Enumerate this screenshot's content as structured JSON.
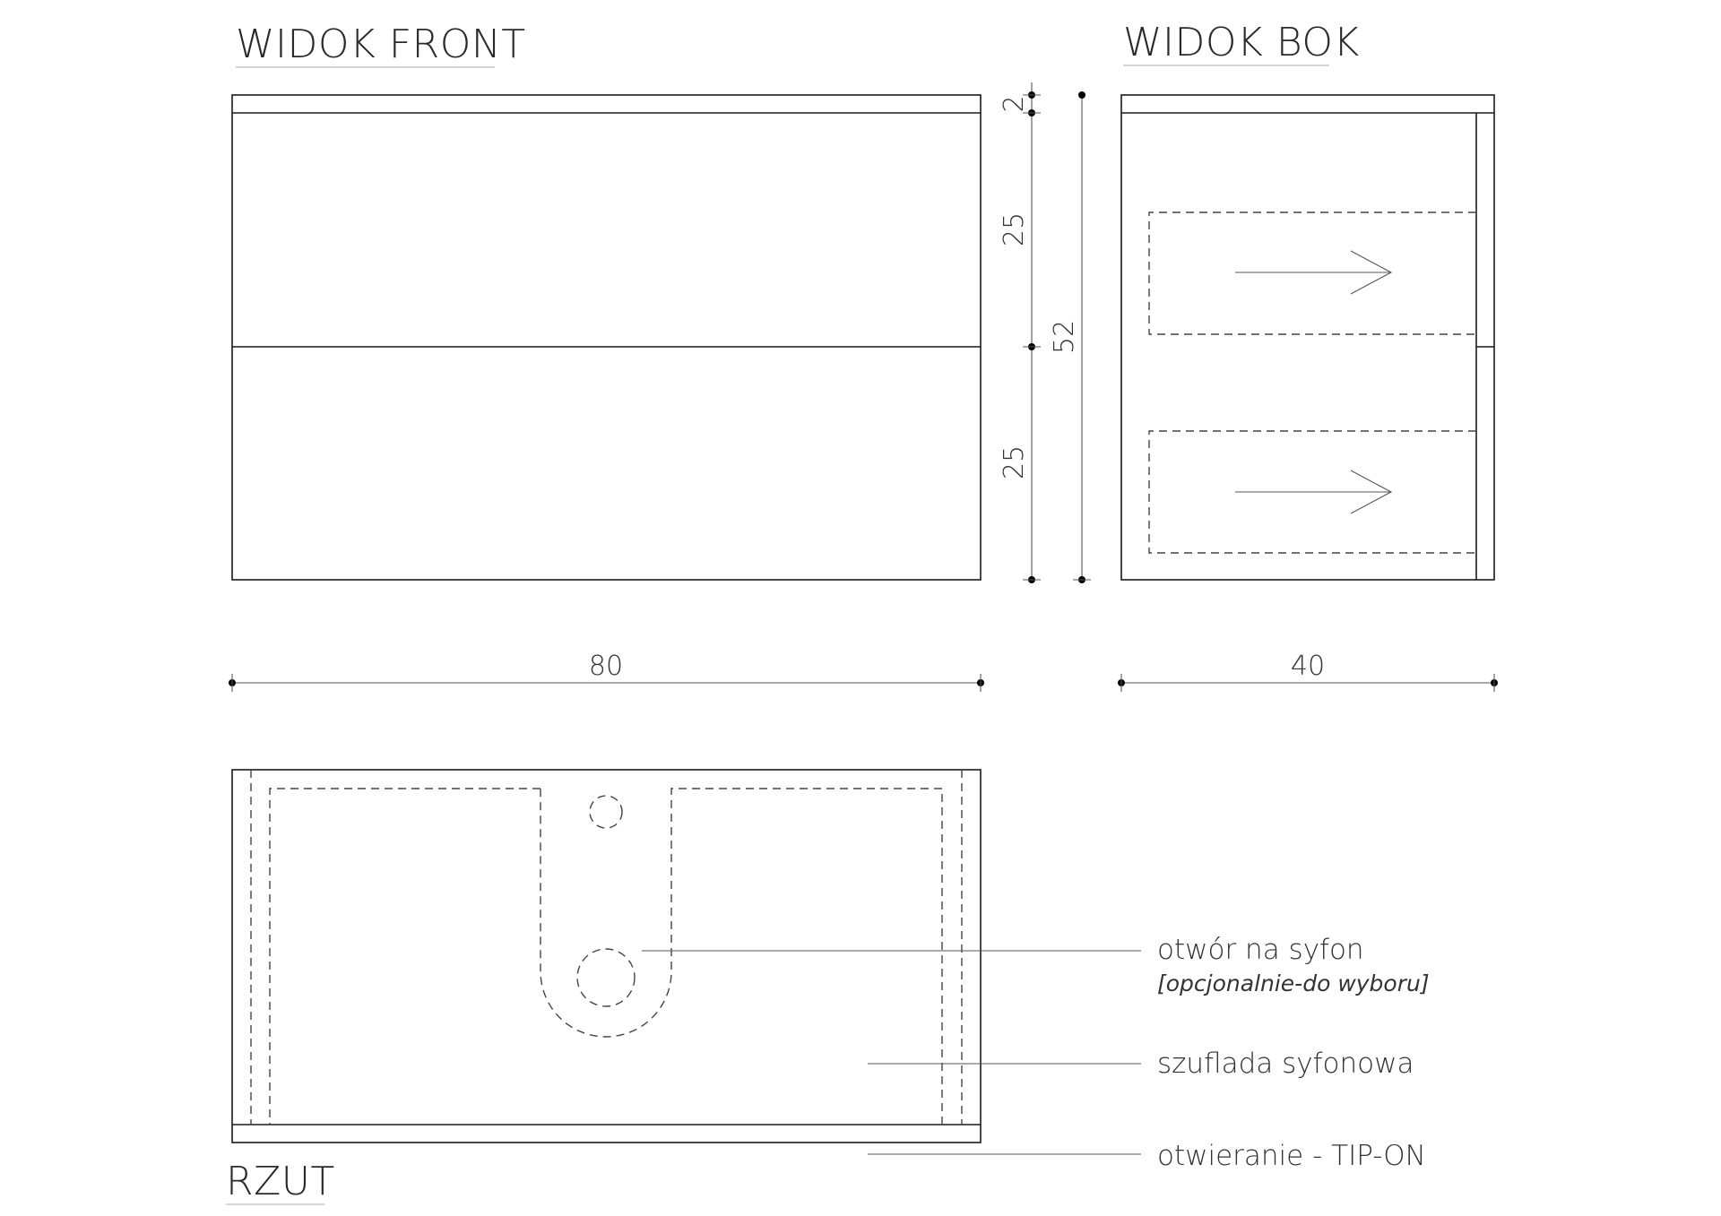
{
  "views": {
    "front": {
      "title": "WIDOK FRONT"
    },
    "side": {
      "title": "WIDOK BOK"
    },
    "plan": {
      "title": "RZUT"
    }
  },
  "dimensions": {
    "top_panel": "2",
    "drawer_top": "25",
    "drawer_bottom": "25",
    "total_height": "52",
    "width": "80",
    "depth": "40"
  },
  "callouts": {
    "siphon_hole": "otwór na syfon",
    "siphon_hole_note": "[opcjonalnie-do wyboru]",
    "siphon_drawer": "szuflada syfonowa",
    "opening": "otwieranie - TIP-ON"
  },
  "colors": {
    "line": "#1a1a1a",
    "text": "#333333"
  }
}
